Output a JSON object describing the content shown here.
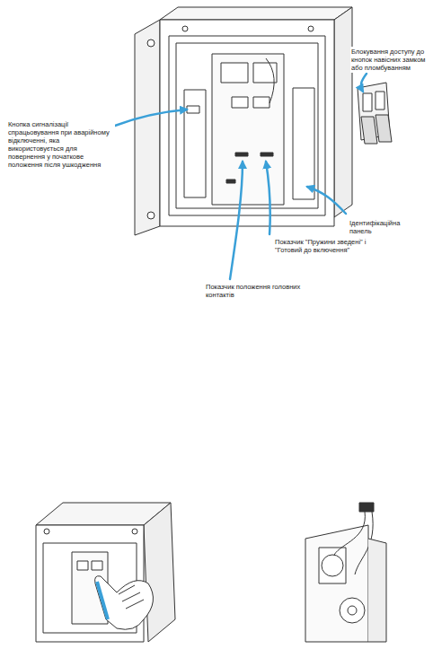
{
  "diagram": {
    "labels": [
      "Кнопка сигналізації спрацьовування при аварійному відключенні, яка використовується для повернення у початкове положення після ушкодження",
      "Блокування доступу до кнопок навісних замком або пломбуванням",
      "Ідентифікаційна панель",
      "Показчик \"Пружини зведені\" і \"Готовий до включення\"",
      "Показчик положення головних контактів"
    ]
  }
}
